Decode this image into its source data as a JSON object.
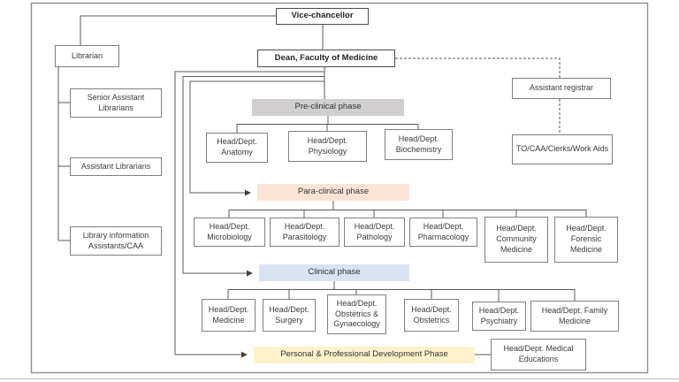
{
  "title": "Faculty of Medicine organisational chart",
  "colors": {
    "pre_clinical_bg": "#d0cece",
    "para_clinical_bg": "#fbe4d5",
    "clinical_bg": "#dae3f3",
    "personal_bg": "#fff2cc",
    "box_border": "#7f7f7f",
    "connector_line": "#595959",
    "text": "#3b3b3b"
  },
  "nodes": {
    "vice_chancellor": "Vice-chancellor",
    "dean": "Dean, Faculty of Medicine",
    "librarian": "Librarian",
    "library_staff": [
      "Senior Assistant Librarians",
      "Assistant Librarians",
      "Library information Assistants/CAA"
    ],
    "assistant_registrar": "Assistant registrar",
    "registrar_staff": "TO/CAA/Clerks/Work Aids",
    "medical_education": "Head/Dept. Medical Educations"
  },
  "phases": [
    {
      "label": "Pre-clinical phase",
      "bg": "#d0cece",
      "departments": [
        "Head/Dept. Anatomy",
        "Head/Dept. Physiology",
        "Head/Dept. Biochemistry"
      ]
    },
    {
      "label": "Para-clinical phase",
      "bg": "#fbe4d5",
      "departments": [
        "Head/Dept. Microbiology",
        "Head/Dept. Parasitology",
        "Head/Dept. Pathology",
        "Head/Dept. Pharmacology",
        "Head/Dept. Community Medicine",
        "Head/Dept. Forensic Medicine"
      ]
    },
    {
      "label": "Clinical phase",
      "bg": "#dae3f3",
      "departments": [
        "Head/Dept. Medicine",
        "Head/Dept. Surgery",
        "Head/Dept. Obstetrics & Gynaecology",
        "Head/Dept. Obstetrics",
        "Head/Dept. Psychiatry",
        "Head/Dept. Family Medicine"
      ]
    },
    {
      "label": "Personal & Professional Development Phase",
      "bg": "#fff2cc",
      "departments": []
    }
  ]
}
